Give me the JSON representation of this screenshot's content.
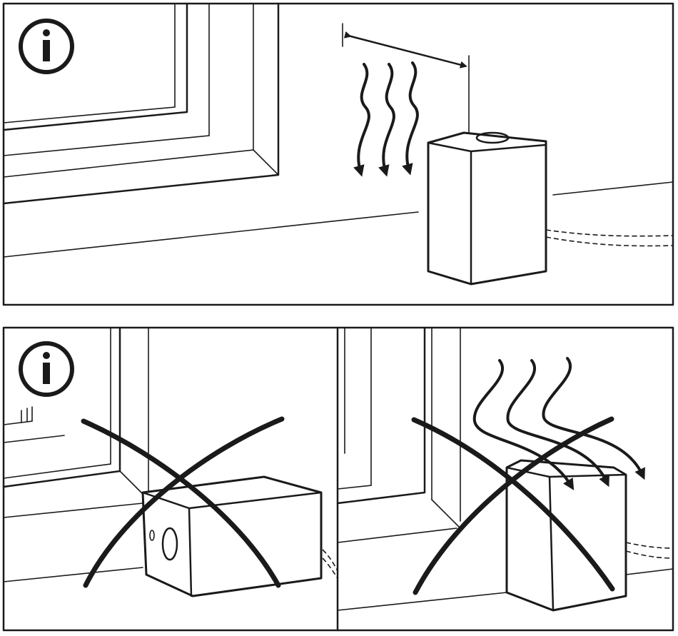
{
  "panels": [
    {
      "id": "correct-placement",
      "icon": "info-icon",
      "status": "allowed"
    },
    {
      "id": "wrong-orientation",
      "icon": "info-icon",
      "status": "not-allowed"
    },
    {
      "id": "wrong-heat-source",
      "status": "not-allowed"
    }
  ],
  "colors": {
    "line": "#1a1a1a",
    "background": "#ffffff"
  }
}
